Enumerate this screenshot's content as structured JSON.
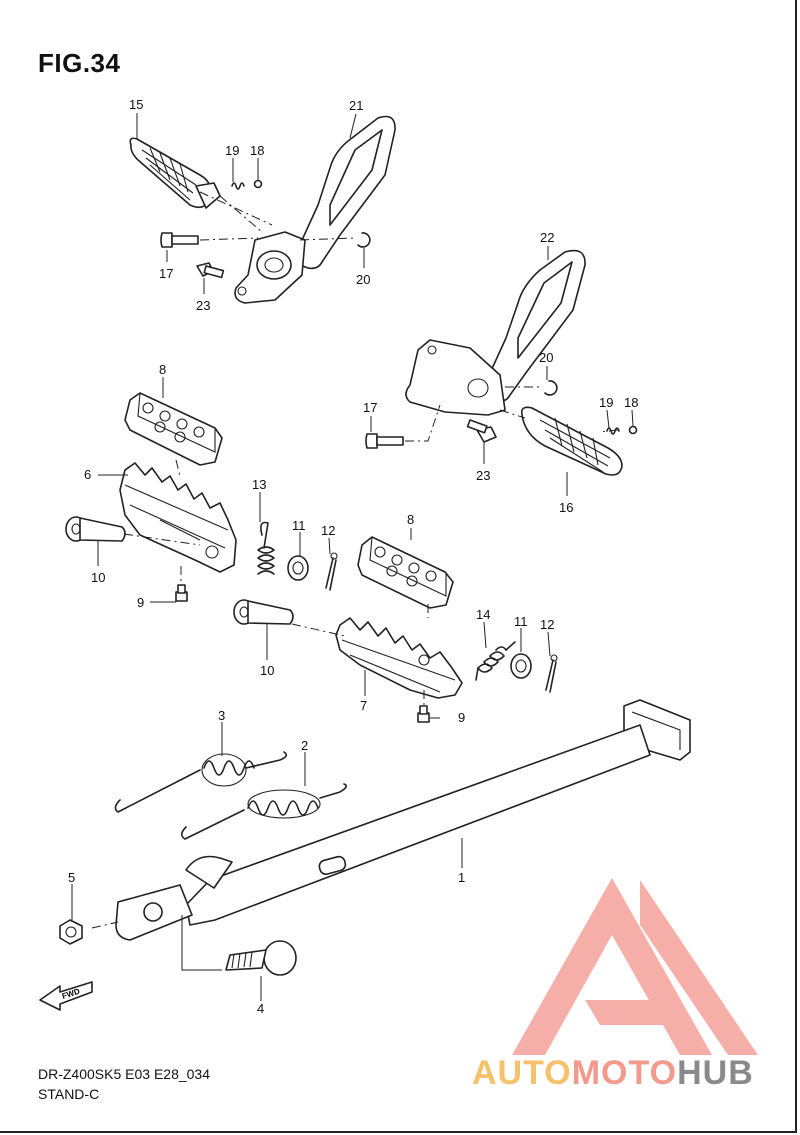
{
  "figure": {
    "title": "FIG.34",
    "model_code": "DR-Z400SK5 E03 E28_034",
    "section_name": "STAND-C"
  },
  "callouts": [
    {
      "id": "c1",
      "label": "1"
    },
    {
      "id": "c2",
      "label": "2"
    },
    {
      "id": "c3",
      "label": "3"
    },
    {
      "id": "c4",
      "label": "4"
    },
    {
      "id": "c5",
      "label": "5"
    },
    {
      "id": "c6",
      "label": "6"
    },
    {
      "id": "c7",
      "label": "7"
    },
    {
      "id": "c8a",
      "label": "8"
    },
    {
      "id": "c8b",
      "label": "8"
    },
    {
      "id": "c9a",
      "label": "9"
    },
    {
      "id": "c9b",
      "label": "9"
    },
    {
      "id": "c10a",
      "label": "10"
    },
    {
      "id": "c10b",
      "label": "10"
    },
    {
      "id": "c11a",
      "label": "11"
    },
    {
      "id": "c11b",
      "label": "11"
    },
    {
      "id": "c12a",
      "label": "12"
    },
    {
      "id": "c12b",
      "label": "12"
    },
    {
      "id": "c13",
      "label": "13"
    },
    {
      "id": "c14",
      "label": "14"
    },
    {
      "id": "c15",
      "label": "15"
    },
    {
      "id": "c16",
      "label": "16"
    },
    {
      "id": "c17a",
      "label": "17"
    },
    {
      "id": "c17b",
      "label": "17"
    },
    {
      "id": "c18a",
      "label": "18"
    },
    {
      "id": "c18b",
      "label": "18"
    },
    {
      "id": "c19a",
      "label": "19"
    },
    {
      "id": "c19b",
      "label": "19"
    },
    {
      "id": "c20a",
      "label": "20"
    },
    {
      "id": "c20b",
      "label": "20"
    },
    {
      "id": "c21",
      "label": "21"
    },
    {
      "id": "c22",
      "label": "22"
    },
    {
      "id": "c23a",
      "label": "23"
    },
    {
      "id": "c23b",
      "label": "23"
    }
  ],
  "fwd_label": "FWD",
  "watermark": {
    "part1": "AUTO",
    "part2": "MOTO",
    "part3": "HUB",
    "colors": {
      "auto": "#f7c06a",
      "moto": "#f29a8c",
      "hub": "#8a8a8a",
      "logo": "#f4a29a"
    }
  }
}
